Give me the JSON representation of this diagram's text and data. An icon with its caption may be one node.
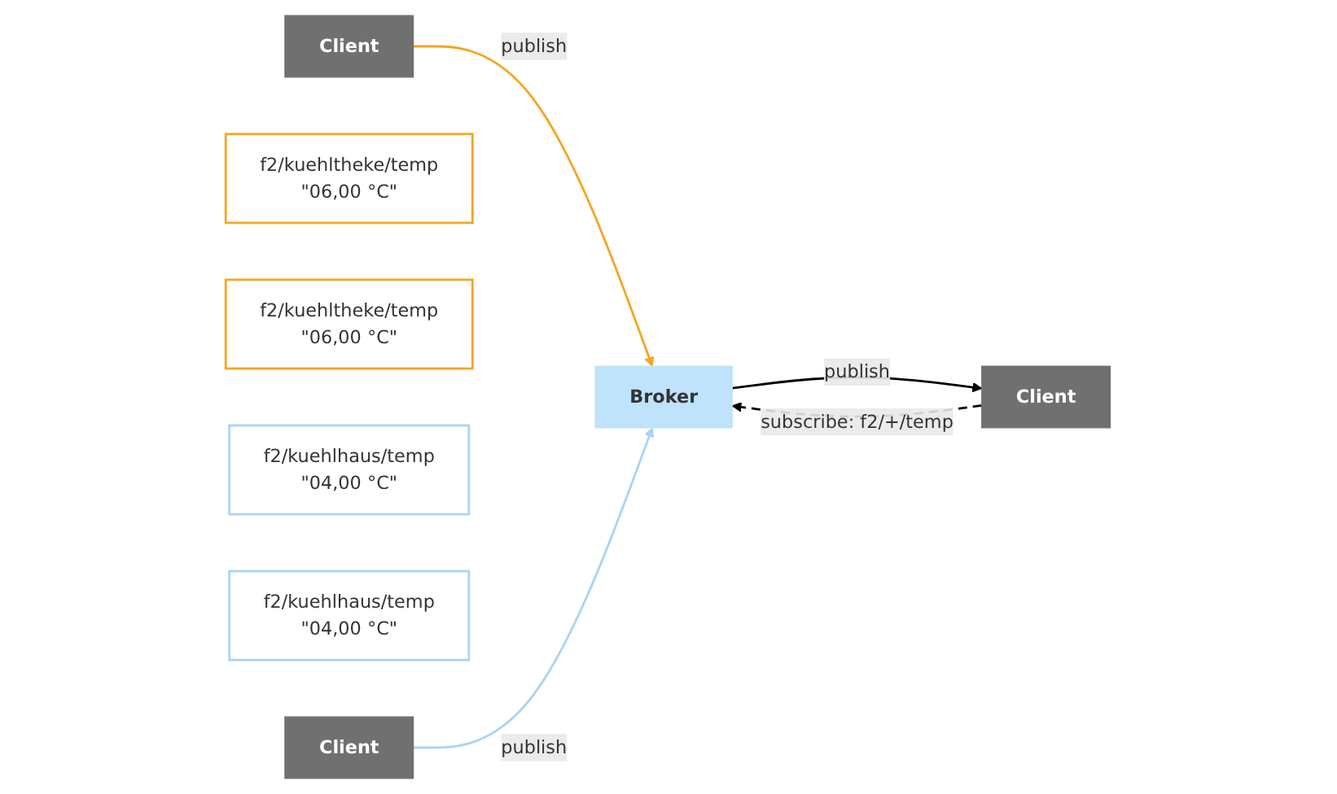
{
  "diagram": {
    "nodes": [
      {
        "text": [
          "Client"
        ]
      },
      {
        "text": [
          "f2/kuehltheke/temp",
          "\"06,00 °C\""
        ]
      },
      {
        "text": [
          "f2/kuehltheke/temp",
          "\"06,00 °C\""
        ]
      },
      {
        "text": [
          "Broker"
        ]
      },
      {
        "text": [
          "Client"
        ]
      },
      {
        "text": [
          "f2/kuehlhaus/temp",
          "\"04,00 °C\""
        ]
      },
      {
        "text": [
          "f2/kuehlhaus/temp",
          "\"04,00 °C\""
        ]
      },
      {
        "text": [
          "Client"
        ]
      }
    ],
    "edges": [
      {
        "from": 0,
        "to": 3,
        "arrow": "to",
        "label": "publish",
        "color": "#f5a623"
      },
      {
        "from": 7,
        "to": 3,
        "arrow": "to",
        "label": "publish",
        "color": "#a8d4f5"
      },
      {
        "from": 3,
        "to": 4,
        "arrow": "to",
        "label": "publish"
      },
      {
        "from": 4,
        "to": 3,
        "arrow": "to",
        "label": "subscribe: f2/+/temp",
        "style": "dashed"
      }
    ]
  }
}
